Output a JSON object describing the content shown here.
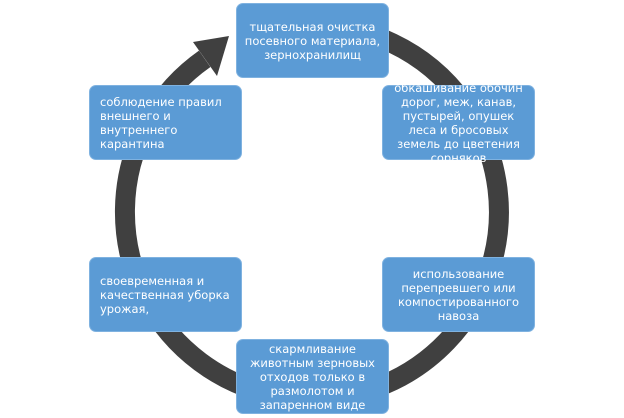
{
  "colors": {
    "box": "#5b9bd5",
    "ring": "#404040"
  },
  "steps": [
    "тщательная очистка посевного материала, зернохранилищ",
    "обкашивание обочин дорог, меж, канав, пустырей, опушек леса и бросовых земель до цветения сорняков",
    "использование перепревшего или компостированного навоза",
    "скармливание животным зерновых отходов только в размолотом и запаренном виде",
    "своевременная и качественная уборка урожая,",
    "соблюдение правил внешнего и внутреннего карантина"
  ]
}
